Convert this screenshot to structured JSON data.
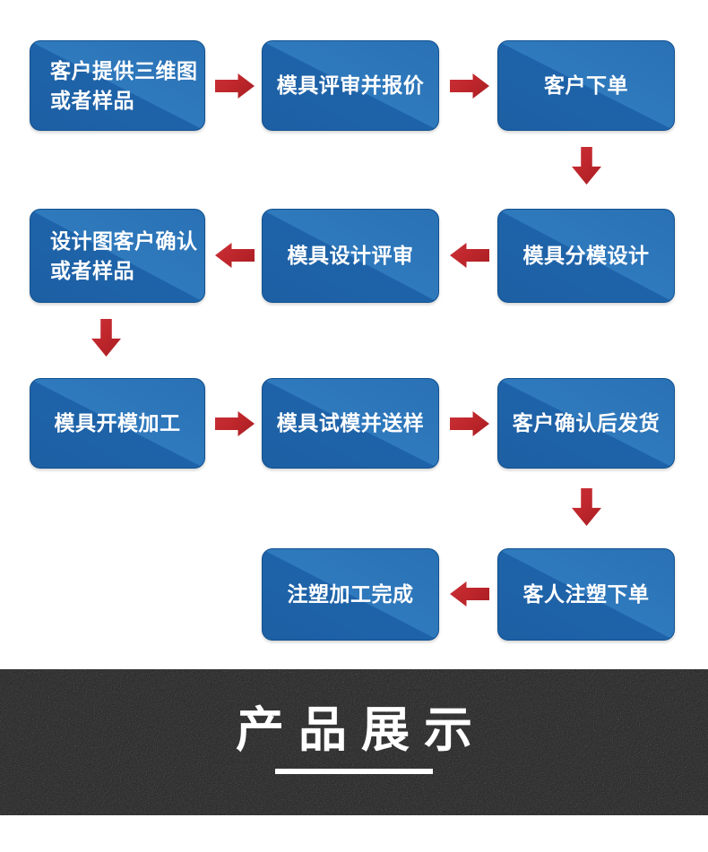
{
  "flowchart": {
    "steps": [
      {
        "id": "customer-3d-drawing",
        "lines": [
          "客户提供三维图",
          "或者样品"
        ]
      },
      {
        "id": "mold-review-quote",
        "label": "模具评审并报价"
      },
      {
        "id": "customer-order",
        "label": "客户下单"
      },
      {
        "id": "design-confirm",
        "lines": [
          "设计图客户确认",
          "或者样品"
        ]
      },
      {
        "id": "mold-design-review",
        "label": "模具设计评审"
      },
      {
        "id": "mold-parting-design",
        "label": "模具分模设计"
      },
      {
        "id": "mold-machining",
        "label": "模具开模加工"
      },
      {
        "id": "mold-trial-sample",
        "label": "模具试模并送样"
      },
      {
        "id": "confirm-ship",
        "label": "客户确认后发货"
      },
      {
        "id": "injection-complete",
        "label": "注塑加工完成"
      },
      {
        "id": "injection-order",
        "label": "客人注塑下单"
      }
    ]
  },
  "banner": {
    "title": "产品展示"
  },
  "colors": {
    "box_dark": "#1d5fa3",
    "box_light": "#2f79bd",
    "box_border": "#11518f",
    "arrow_red": "#bf272c",
    "banner_bg": "#2e2e2e",
    "banner_text": "#ffffff",
    "page_bg": "#ffffff"
  }
}
